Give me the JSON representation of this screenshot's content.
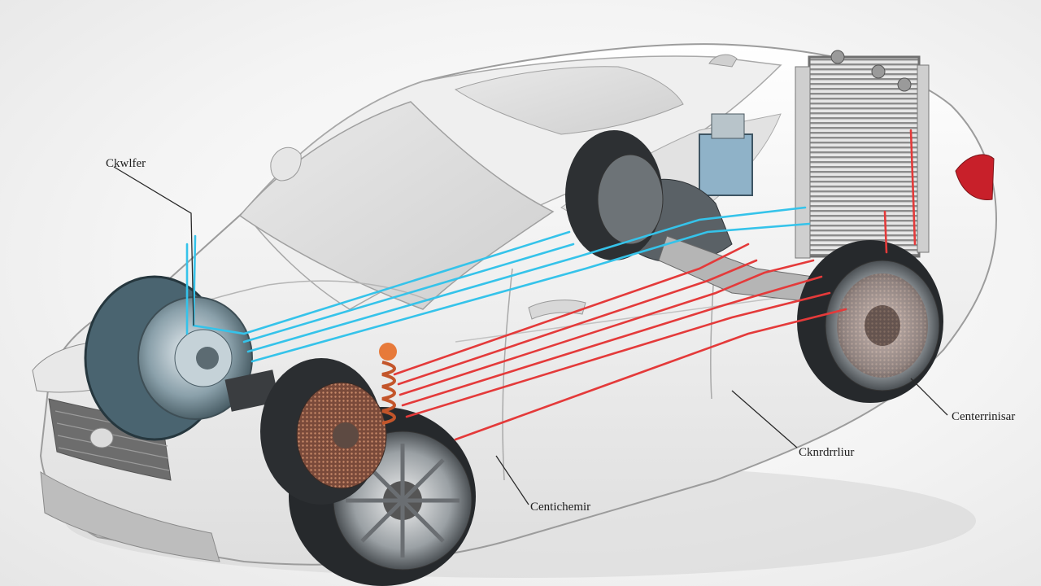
{
  "diagram": {
    "subject": "sedan-cutaway-cooling-system",
    "labels": {
      "top_left": "Ckwlfer",
      "right": "Centerrinisar",
      "center_right": "Cknrdrrliur",
      "bottom": "Centichemir"
    },
    "line_colors": {
      "coolant_cold": "#35c3ea",
      "coolant_hot": "#e43a3a",
      "leader": "#2a2a2a",
      "body": "#dcdcdc",
      "tire": "#26292c"
    }
  }
}
